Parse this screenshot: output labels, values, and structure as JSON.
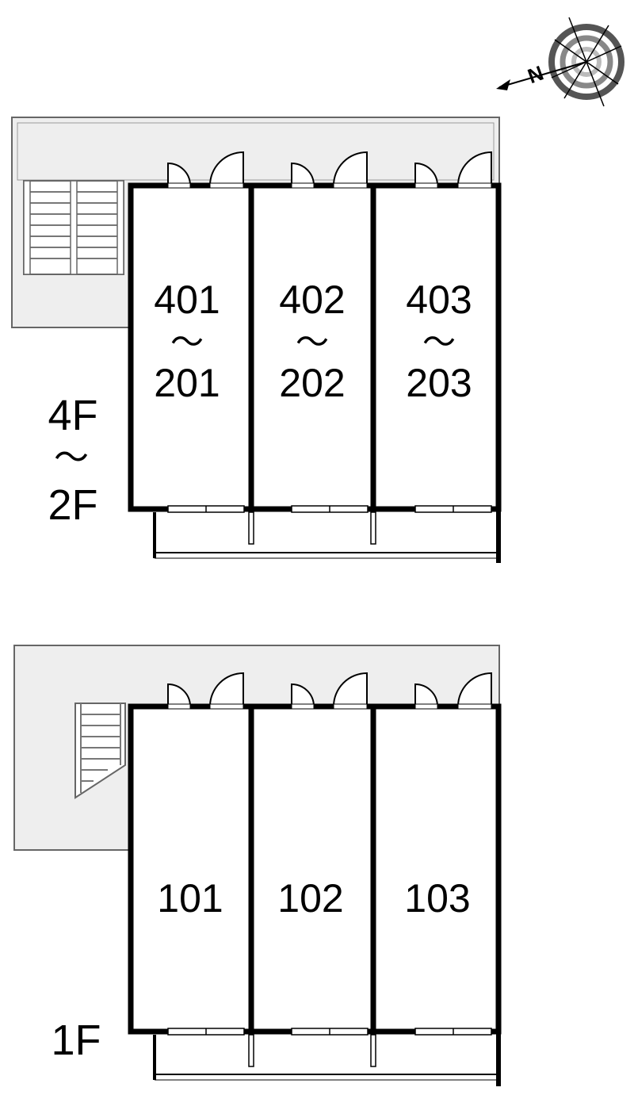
{
  "compass": {
    "letter": "N",
    "icon": "compass-icon"
  },
  "floors": [
    {
      "id": "upper",
      "label_top": "4F",
      "label_bottom": "2F",
      "tilde": "〜",
      "units": [
        {
          "top": "401",
          "bottom": "201"
        },
        {
          "top": "402",
          "bottom": "202"
        },
        {
          "top": "403",
          "bottom": "203"
        }
      ]
    },
    {
      "id": "ground",
      "label": "1F",
      "units": [
        {
          "number": "101"
        },
        {
          "number": "102"
        },
        {
          "number": "103"
        }
      ]
    }
  ],
  "colors": {
    "corridor": "#eeeeee",
    "wall": "#000000",
    "outline": "#555555"
  }
}
